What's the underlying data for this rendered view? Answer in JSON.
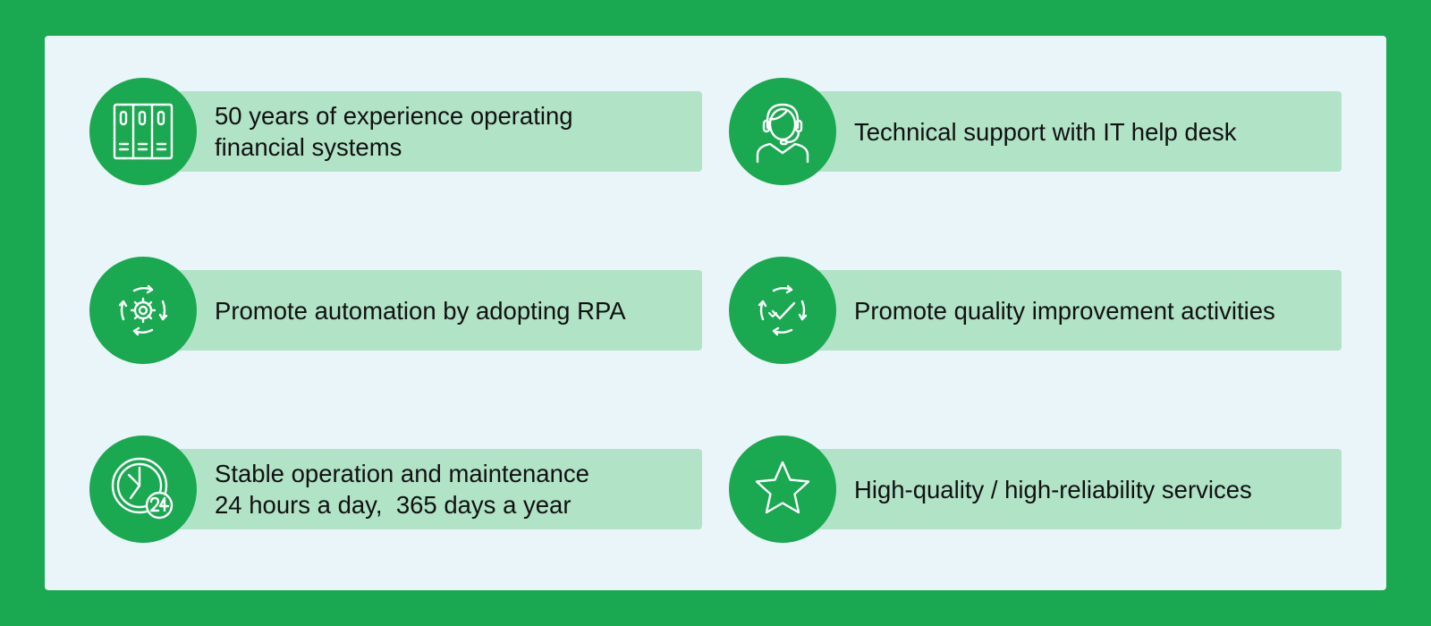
{
  "items": [
    {
      "icon": "server-cabinet-icon",
      "lines": [
        "50 years of experience operating",
        "financial systems"
      ]
    },
    {
      "icon": "headset-operator-icon",
      "lines": [
        "Technical support with IT help desk"
      ]
    },
    {
      "icon": "gear-cycle-icon",
      "lines": [
        "Promote automation by adopting RPA"
      ]
    },
    {
      "icon": "check-cycle-icon",
      "lines": [
        "Promote quality improvement activities"
      ]
    },
    {
      "icon": "clock-24-icon",
      "lines": [
        "Stable operation and maintenance",
        "24 hours a day,  365 days a year"
      ]
    },
    {
      "icon": "star-icon",
      "lines": [
        "High-quality / high-reliability services"
      ]
    }
  ],
  "colors": {
    "background": "#1aa851",
    "panel": "#eaf5fa",
    "bar": "#b1e3c7",
    "circle": "#1aa851",
    "icon": "#ffffff",
    "text": "#111111"
  }
}
